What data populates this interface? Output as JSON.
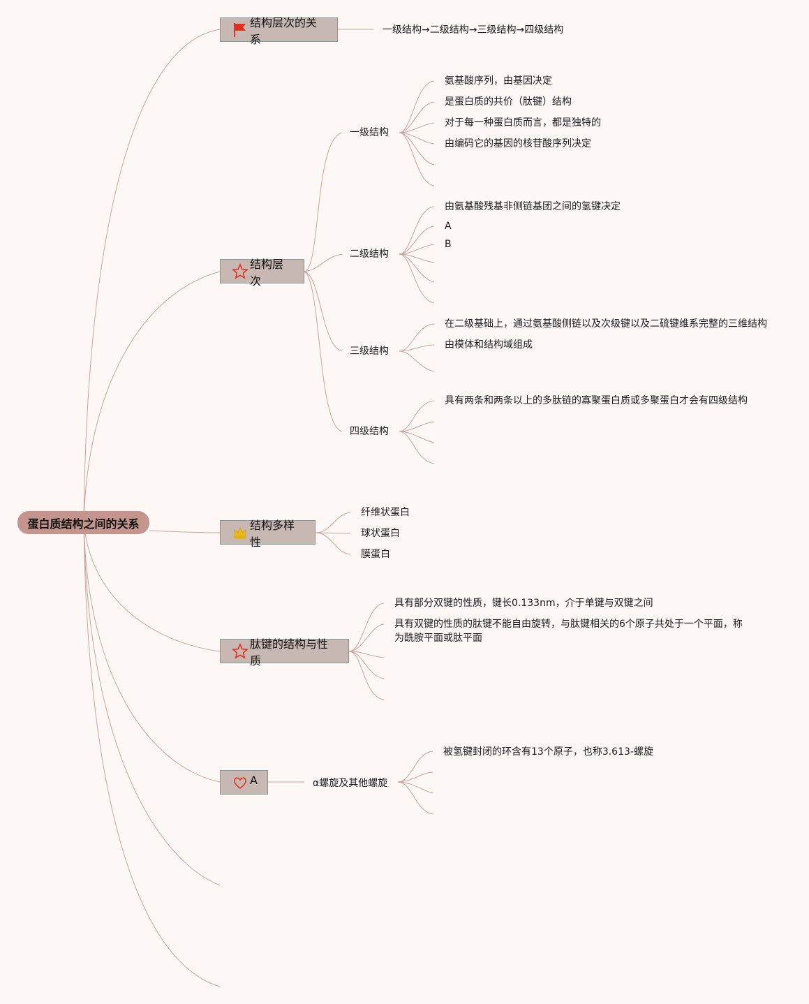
{
  "root": {
    "label": "蛋白质结构之间的关系"
  },
  "topics": {
    "t1": {
      "label": "结构层次的关系",
      "icon": "flag-icon",
      "children": [
        "一级结构→二级结构→三级结构→四级结构"
      ]
    },
    "t2": {
      "label": "结构层次",
      "icon": "star-icon",
      "subs": [
        {
          "label": "一级结构",
          "leaves": [
            "氨基酸序列，由基因决定",
            "是蛋白质的共价（肽键）结构",
            "对于每一种蛋白质而言，都是独特的",
            "由编码它的基因的核苷酸序列决定"
          ]
        },
        {
          "label": "二级结构",
          "leaves": [
            "由氨基酸残基非侧链基团之间的氢键决定",
            "A",
            "B"
          ]
        },
        {
          "label": "三级结构",
          "leaves": [
            "在二级基础上，通过氨基酸侧链以及次级键以及二硫键维系完整的三维结构",
            "由模体和结构域组成"
          ]
        },
        {
          "label": "四级结构",
          "leaves": [
            "具有两条和两条以上的多肽链的寡聚蛋白质或多聚蛋白才会有四级结构"
          ]
        }
      ]
    },
    "t3": {
      "label": "结构多样性",
      "icon": "crown-icon",
      "leaves": [
        "纤维状蛋白",
        "球状蛋白",
        "膜蛋白"
      ]
    },
    "t4": {
      "label": "肽键的结构与性质",
      "icon": "star-icon",
      "leaves": [
        "具有部分双键的性质，键长0.133nm，介于单键与双键之间",
        "具有双键的性质的肽键不能自由旋转，与肽键相关的6个原子共处于一个平面，称为酰胺平面或肽平面"
      ]
    },
    "t5": {
      "label": "A",
      "icon": "heart-icon",
      "sub": "α螺旋及其他螺旋",
      "leaves": [
        "被氢键封闭的环含有13个原子，也称3.613-螺旋"
      ]
    }
  },
  "colors": {
    "line": "#c9a49b",
    "root": "#c4958c",
    "topic": "#c7b8b4",
    "icon_red": "#e0301e",
    "icon_gold": "#e8b820"
  }
}
